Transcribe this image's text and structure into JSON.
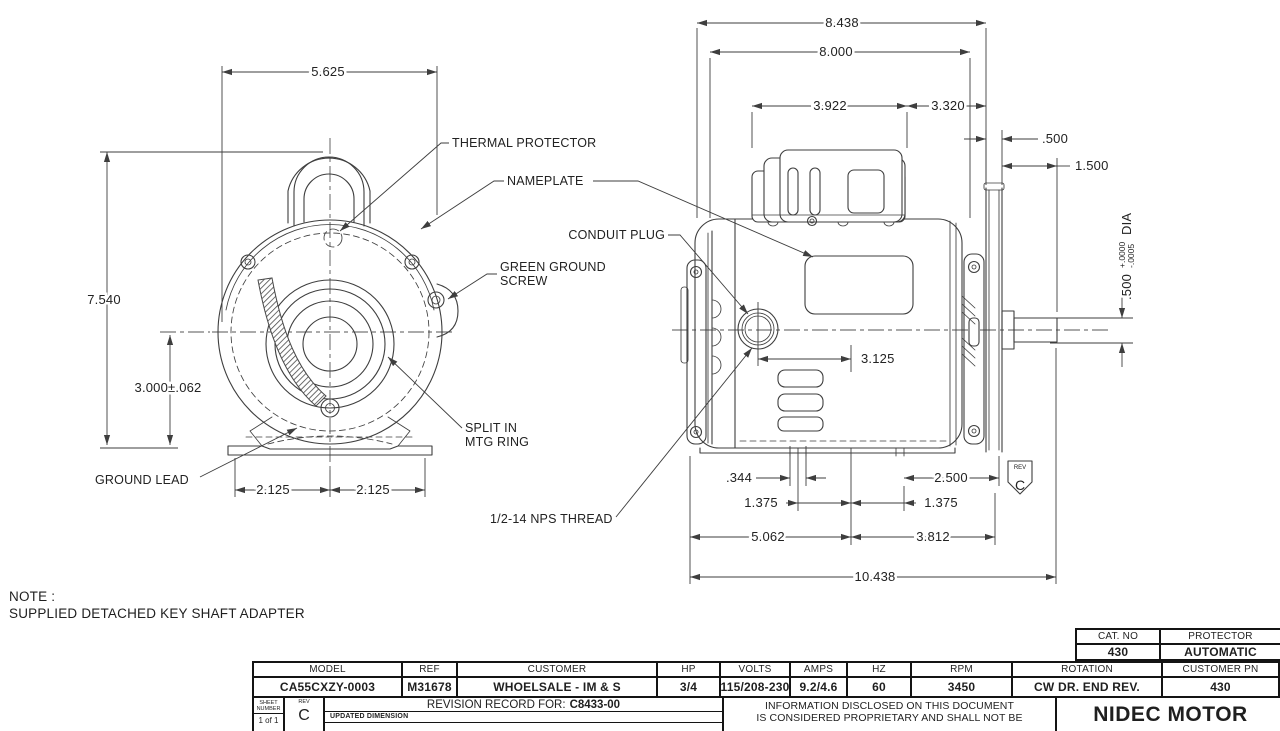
{
  "note": {
    "title": "NOTE :",
    "body": "SUPPLIED DETACHED KEY SHAFT ADAPTER"
  },
  "front_view": {
    "dim_width": "5.625",
    "dim_height": "7.540",
    "dim_center_height": "3.000±.062",
    "dim_foot_left": "2.125",
    "dim_foot_right": "2.125",
    "label_thermal": "THERMAL PROTECTOR",
    "label_nameplate": "NAMEPLATE",
    "label_ground_screw_1": "GREEN GROUND",
    "label_ground_screw_2": "SCREW",
    "label_split_1": "SPLIT IN",
    "label_split_2": "MTG RING",
    "label_ground_lead": "GROUND LEAD"
  },
  "side_view": {
    "dim_overall": "8.438",
    "dim_body": "8.000",
    "dim_box_width": "3.922",
    "dim_box_to_end": "3.320",
    "dim_plate": ".500",
    "dim_shaft_len": "1.500",
    "dim_shaft_dia_value": ".500",
    "dim_shaft_dia_tol_plus": "+.0000",
    "dim_shaft_dia_tol_minus": "-.0005",
    "dim_shaft_dia_suffix": "DIA",
    "label_conduit": "CONDUIT PLUG",
    "label_thread": "1/2-14 NPS THREAD",
    "dim_plug_offset": "3.125",
    "dim_slot": ".344",
    "dim_foot_right": "2.500",
    "dim_foot_l1": "1.375",
    "dim_foot_l2": "1.375",
    "dim_base_left": "5.062",
    "dim_base_right": "3.812",
    "dim_overall_len": "10.438",
    "rev_flag_label": "REV",
    "rev_flag_value": "C"
  },
  "title_block": {
    "cat_table": {
      "col1_header": "CAT. NO",
      "col2_header": "PROTECTOR",
      "col1_value": "430",
      "col2_value": "AUTOMATIC"
    },
    "spec_table": {
      "columns": [
        {
          "header": "MODEL",
          "value": "CA55CXZY-0003"
        },
        {
          "header": "REF",
          "value": "M31678"
        },
        {
          "header": "CUSTOMER",
          "value": "WHOELSALE - IM & S"
        },
        {
          "header": "HP",
          "value": "3/4"
        },
        {
          "header": "VOLTS",
          "value": "115/208-230"
        },
        {
          "header": "AMPS",
          "value": "9.2/4.6"
        },
        {
          "header": "HZ",
          "value": "60"
        },
        {
          "header": "RPM",
          "value": "3450"
        },
        {
          "header": "ROTATION",
          "value": "CW DR. END REV."
        },
        {
          "header": "CUSTOMER PN",
          "value": "430"
        }
      ]
    },
    "revision": {
      "sheet_label_1": "SHEET",
      "sheet_label_2": "NUMBER",
      "sheet_value": "1 of 1",
      "rev_label": "REV",
      "rev_value": "C",
      "record_title": "REVISION RECORD FOR:",
      "record_number": "C8433-00",
      "record_entry": "UPDATED DIMENSION"
    },
    "disclaimer_line1": "INFORMATION DISCLOSED ON THIS DOCUMENT",
    "disclaimer_line2": "IS CONSIDERED PROPRIETARY AND SHALL NOT BE",
    "company": "NIDEC MOTOR"
  }
}
